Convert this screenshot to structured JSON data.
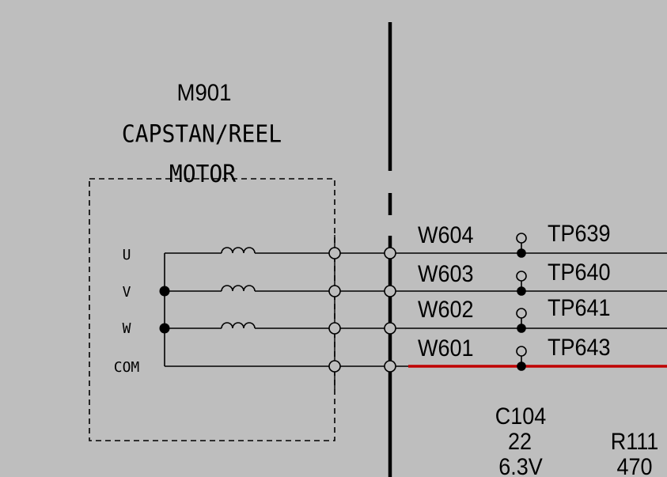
{
  "motor": {
    "ref": "M901",
    "name": "CAPSTAN/REEL",
    "type": "MOTOR",
    "pins": [
      "U",
      "V",
      "W",
      "COM"
    ]
  },
  "wires": [
    {
      "wire": "W604",
      "test_point": "TP639"
    },
    {
      "wire": "W603",
      "test_point": "TP640"
    },
    {
      "wire": "W602",
      "test_point": "TP641"
    },
    {
      "wire": "W601",
      "test_point": "TP643"
    }
  ],
  "capacitor": {
    "ref": "C104",
    "value": "22",
    "voltage": "6.3V"
  },
  "resistor": {
    "ref": "R111",
    "value": "470"
  },
  "colors": {
    "background": "#bebebe",
    "line": "#000000",
    "highlight_wire": "#c00000"
  }
}
